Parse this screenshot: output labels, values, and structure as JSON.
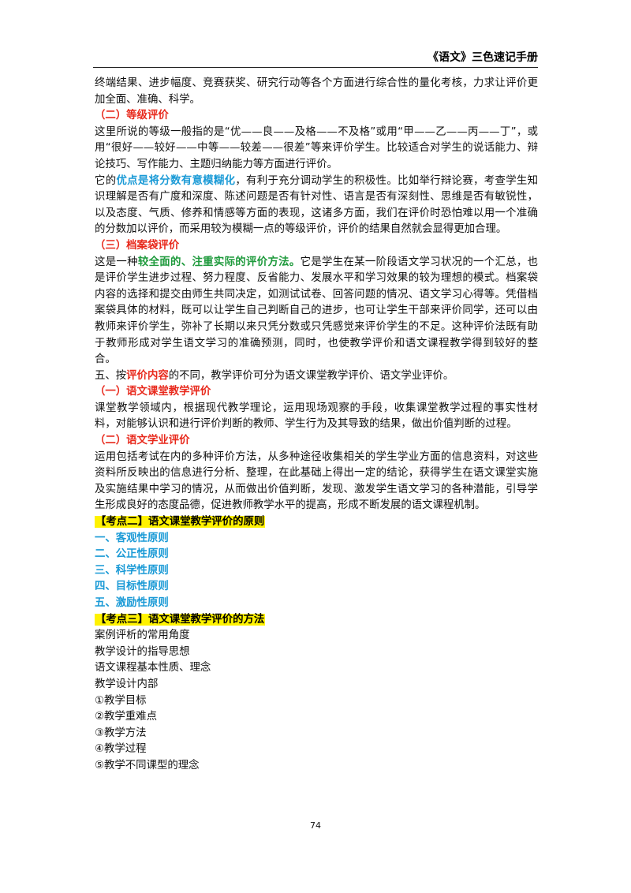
{
  "header": {
    "title": "《语文》三色速记手册"
  },
  "content": {
    "p1": "终端结果、进步幅度、竞赛获奖、研究行动等各个方面进行综合性的量化考核，力求让评价更加全面、准确、科学。",
    "h_grade": "（二）等级评价",
    "p_grade1": "这里所说的等级一般指的是“优——良——及格——不及格”或用“甲——乙——丙——丁”，或用“很好——较好——中等——较差——很差”等来评价学生。比较适合对学生的说话能力、辩论技巧、写作能力、主题归纳能力等方面进行评价。",
    "p_grade2_pre": "它的",
    "p_grade2_key": "优点是将分数有意模糊化",
    "p_grade2_post": "，有利于充分调动学生的积极性。比如举行辩论赛，考查学生知识理解是否有广度和深度、陈述问题是否有针对性、语言是否有深刻性、思维是否有敏锐性，以及态度、气质、修养和情感等方面的表现，这诸多方面，我们在评价时恐怕难以用一个准确的分数加以评价，而采用较为模糊一点的等级评价，评价的结果自然就会显得更加合理。",
    "h_portfolio": "（三）档案袋评价",
    "p_port_pre": "这是一种",
    "p_port_key": "较全面的、注重实际的评价方法。",
    "p_port_post": "它是学生在某一阶段语文学习状况的一个汇总，也是评价学生进步过程、努力程度、反省能力、发展水平和学习效果的较为理想的模式。档案袋内容的选择和提交由师生共同决定，如测试试卷、回答问题的情况、语文学习心得等。凭借档案袋具体的材料，既可以让学生自己判断自己的进步，也可让学生干部来评价同学，还可以由教师来评价学生，弥补了长期以来只凭分数或只凭感觉来评价学生的不足。这种评价法既有助于教师形成对学生语文学习的准确预测，同时，也使教学评价和语文课程教学得到较好的整合。",
    "p5_pre": "五、按",
    "p5_key": "评价内容",
    "p5_post": "的不同，教学评价可分为语文课堂教学评价、语文学业评价。",
    "h_class": "（一）语文课堂教学评价",
    "p_class": "课堂教学领域内，根据现代教学理论，运用现场观察的手段，收集课堂教学过程的事实性材料，对能够认识和进行评价判断的教师、学生行为及其导致的结果，做出价值判断的过程。",
    "h_academic": "（二）语文学业评价",
    "p_academic": "运用包括考试在内的多种评价方法，从多种途径收集相关的学生学业方面的信息资料，对这些资料所反映出的信息进行分析、整理，在此基础上得出一定的结论，获得学生在语文课堂实施及实施结果中学习的情况，从而做出价值判断，发现、激发学生语文学习的各种潜能，引导学生形成良好的态度品德，促进教师教学水平的提高，形成不断发展的语文课程机制。",
    "kp2": "【考点二】语文课堂教学评价的原则",
    "principles": [
      "一、客观性原则",
      "二、公正性原则",
      "三、科学性原则",
      "四、目标性原则",
      "五、激励性原则"
    ],
    "kp3": "【考点三】语文课堂教学评价的方法",
    "methods": [
      "案例评析的常用角度",
      "教学设计的指导思想",
      "语文课程基本性质、理念",
      "教学设计内部",
      "①教学目标",
      "②教学重难点",
      "③教学方法",
      "④教学过程",
      "⑤教学不同课型的理念"
    ]
  },
  "footer": {
    "page_number": "74"
  },
  "colors": {
    "red": "#e8291c",
    "blue": "#1a9ad6",
    "green": "#1e9a3c",
    "highlight": "#fff200"
  }
}
